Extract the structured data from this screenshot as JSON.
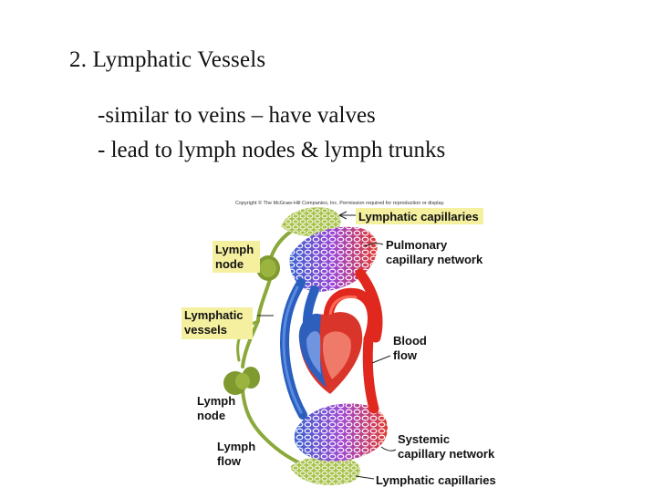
{
  "slide": {
    "title": "2. Lymphatic Vessels",
    "bullets": [
      "-similar to veins – have valves",
      "- lead to lymph nodes & lymph trunks"
    ]
  },
  "diagram": {
    "copyright": "Copyright © The McGraw-Hill Companies, Inc. Permission required for reproduction or display.",
    "labels": {
      "lymphatic_capillaries_top": "Lymphatic capillaries",
      "lymph_node_top_1": "Lymph",
      "lymph_node_top_2": "node",
      "pulmonary_1": "Pulmonary",
      "pulmonary_2": "capillary network",
      "lymphatic_vessels_1": "Lymphatic",
      "lymphatic_vessels_2": "vessels",
      "blood_flow_1": "Blood",
      "blood_flow_2": "flow",
      "lymph_node_bottom_1": "Lymph",
      "lymph_node_bottom_2": "node",
      "systemic_1": "Systemic",
      "systemic_2": "capillary network",
      "lymph_flow_1": "Lymph",
      "lymph_flow_2": "flow",
      "lymphatic_capillaries_bottom": "Lymphatic capillaries"
    },
    "colors": {
      "label_highlight": "#f5f0a0",
      "lymph_green": "#8aa93a",
      "blood_red": "#e0281f",
      "blood_blue": "#2a5fbf",
      "capillary_purple": "#a24bd0"
    }
  }
}
